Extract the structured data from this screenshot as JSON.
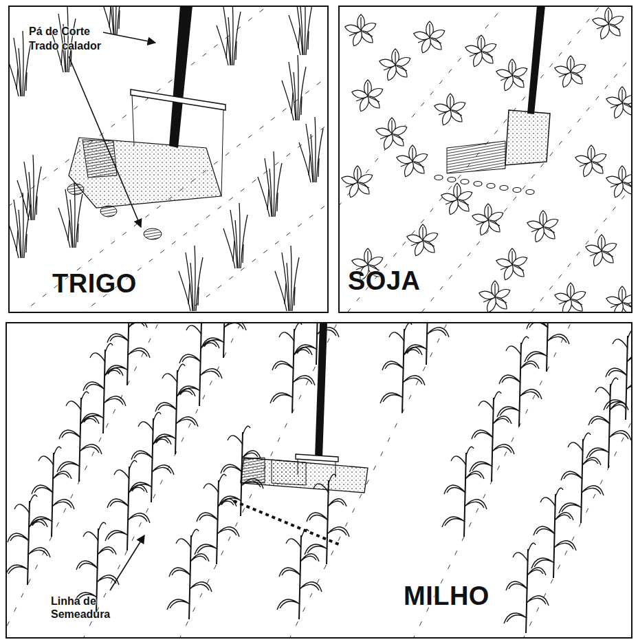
{
  "diagram": {
    "nodes": [
      {
        "text": [
          "TRIGO"
        ]
      },
      {
        "text": [
          "SOJA"
        ]
      },
      {
        "text": [
          "MILHO"
        ]
      }
    ],
    "labels": [
      "Pá de Corte",
      "Trado calador",
      "Linha de Semeadura"
    ]
  }
}
